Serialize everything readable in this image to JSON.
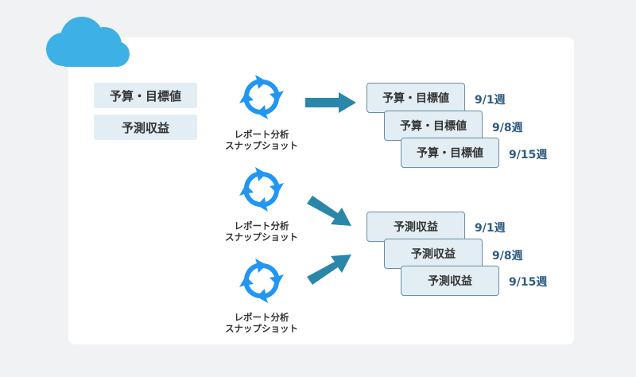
{
  "colors": {
    "cloud": "#3db0e6",
    "cycle_arrow": "#2196f3",
    "flow_arrow": "#2a87aa",
    "card_fill": "#e2eef4",
    "card_border": "#6a8da6",
    "week_text": "#2f5c80"
  },
  "icons": {
    "cloud": "cloud-icon",
    "cycle": "refresh-cycle-icon",
    "flow": "right-arrow-icon"
  },
  "sources": {
    "budget_tag": "予算・目標値",
    "forecast_tag": "予測収益"
  },
  "snapshot": {
    "line1": "レポート分析",
    "line2": "スナップショット"
  },
  "budget_stack": [
    {
      "label": "予算・目標値",
      "week": "9/1週"
    },
    {
      "label": "予算・目標値",
      "week": "9/8週"
    },
    {
      "label": "予算・目標値",
      "week": "9/15週"
    }
  ],
  "forecast_stack": [
    {
      "label": "予測収益",
      "week": "9/1週"
    },
    {
      "label": "予測収益",
      "week": "9/8週"
    },
    {
      "label": "予測収益",
      "week": "9/15週"
    }
  ]
}
